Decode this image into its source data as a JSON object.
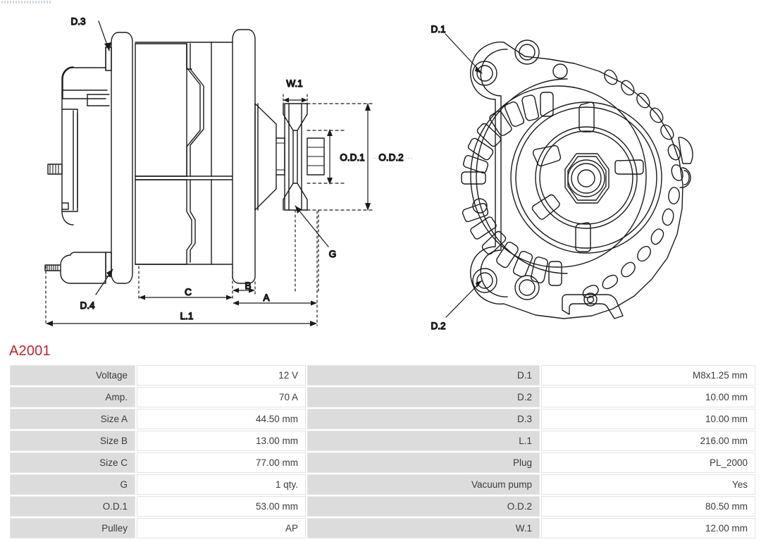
{
  "part": {
    "code": "A2001",
    "title_color": "#c4222b",
    "type": "alternator technical drawing with specification table"
  },
  "drawing": {
    "views": [
      {
        "name": "side-view",
        "position": "left",
        "description": "alternator side profile with pulley"
      },
      {
        "name": "front-view",
        "position": "right",
        "description": "alternator front face with pulley nut and mounting ears"
      }
    ],
    "callouts": [
      {
        "name": "D.3",
        "label": "D.3",
        "view": "side-view"
      },
      {
        "name": "D.4",
        "label": "D.4",
        "view": "side-view"
      },
      {
        "name": "W.1",
        "label": "W.1",
        "view": "side-view"
      },
      {
        "name": "O.D.1",
        "label": "O.D.1",
        "view": "side-view"
      },
      {
        "name": "O.D.2",
        "label": "O.D.2",
        "view": "side-view"
      },
      {
        "name": "G",
        "label": "G",
        "view": "side-view"
      },
      {
        "name": "A",
        "label": "A",
        "view": "side-view"
      },
      {
        "name": "B",
        "label": "B",
        "view": "side-view"
      },
      {
        "name": "C",
        "label": "C",
        "view": "side-view"
      },
      {
        "name": "L.1",
        "label": "L.1",
        "view": "side-view"
      },
      {
        "name": "D.1",
        "label": "D.1",
        "view": "front-view"
      },
      {
        "name": "D.2",
        "label": "D.2",
        "view": "front-view"
      }
    ]
  },
  "spec_table": {
    "rows": [
      {
        "k1": "Voltage",
        "v1": "12 V",
        "k2": "D.1",
        "v2": "M8x1.25 mm"
      },
      {
        "k1": "Amp.",
        "v1": "70 A",
        "k2": "D.2",
        "v2": "10.00 mm"
      },
      {
        "k1": "Size A",
        "v1": "44.50 mm",
        "k2": "D.3",
        "v2": "10.00 mm"
      },
      {
        "k1": "Size B",
        "v1": "13.00 mm",
        "k2": "L.1",
        "v2": "216.00 mm"
      },
      {
        "k1": "Size C",
        "v1": "77.00 mm",
        "k2": "Plug",
        "v2": "PL_2000"
      },
      {
        "k1": "G",
        "v1": "1 qty.",
        "k2": "Vacuum pump",
        "v2": "Yes"
      },
      {
        "k1": "O.D.1",
        "v1": "53.00 mm",
        "k2": "O.D.2",
        "v2": "80.50 mm"
      },
      {
        "k1": "Pulley",
        "v1": "AP",
        "k2": "W.1",
        "v2": "12.00 mm"
      }
    ]
  }
}
